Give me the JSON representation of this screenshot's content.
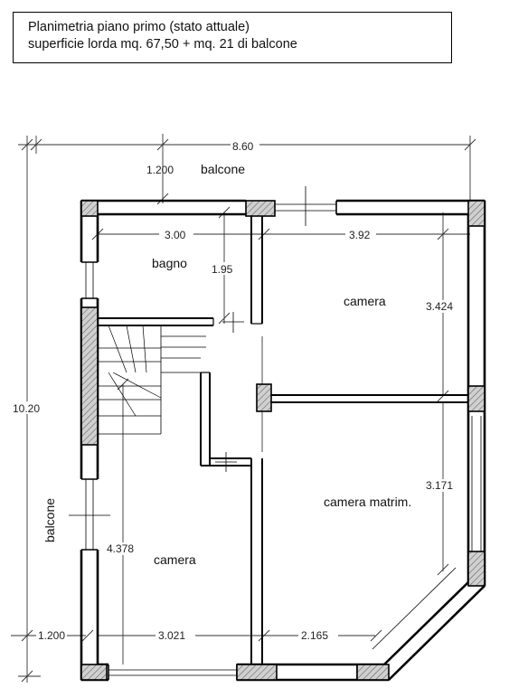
{
  "title": {
    "line1": "Planimetria piano primo (stato attuale)",
    "line2": "superficie lorda mq. 67,50 + mq. 21 di balcone"
  },
  "rooms": {
    "balcone_top": "balcone",
    "balcone_left": "balcone",
    "bagno": "bagno",
    "camera_top": "camera",
    "camera_matrim": "camera matrim.",
    "camera_bottom": "camera"
  },
  "dimensions": {
    "overall_width": "8.60",
    "overall_height": "10.20",
    "balcone_depth_top": "1.200",
    "balcone_depth_left": "1.200",
    "bagno_width": "3.00",
    "bagno_depth": "1.95",
    "camera_top_width": "3.92",
    "camera_top_depth": "3.424",
    "camera_matrim_depth": "3.171",
    "camera_bottom_depth": "4.378",
    "camera_bottom_width": "3.021",
    "camera_matrim_width": "2.165"
  },
  "colors": {
    "wall": "#000000",
    "hatch_fill": "#c8c8c8",
    "line": "#222222"
  }
}
